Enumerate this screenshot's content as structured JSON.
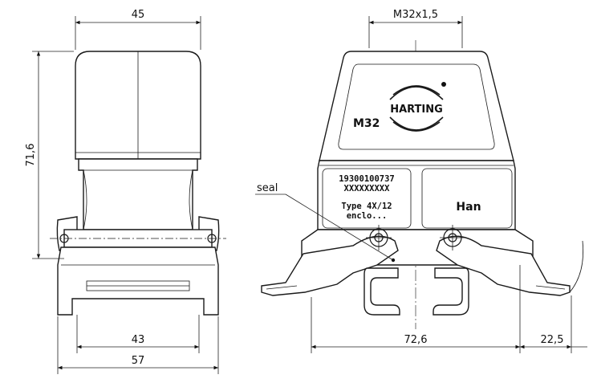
{
  "dimensions": {
    "top_width": "45",
    "thread": "M32x1,5",
    "height": "71,6",
    "inner_width": "43",
    "outer_width": "57",
    "body_width": "72,6",
    "lever_offset": "22,5"
  },
  "labels": {
    "seal": "seal",
    "thread_marking": "M32",
    "brand": "HARTING",
    "part_number": "19300100737",
    "code_placeholder": "XXXXXXXXX",
    "type": "Type 4X/12",
    "enclosure": "enclo...",
    "han": "Han"
  }
}
